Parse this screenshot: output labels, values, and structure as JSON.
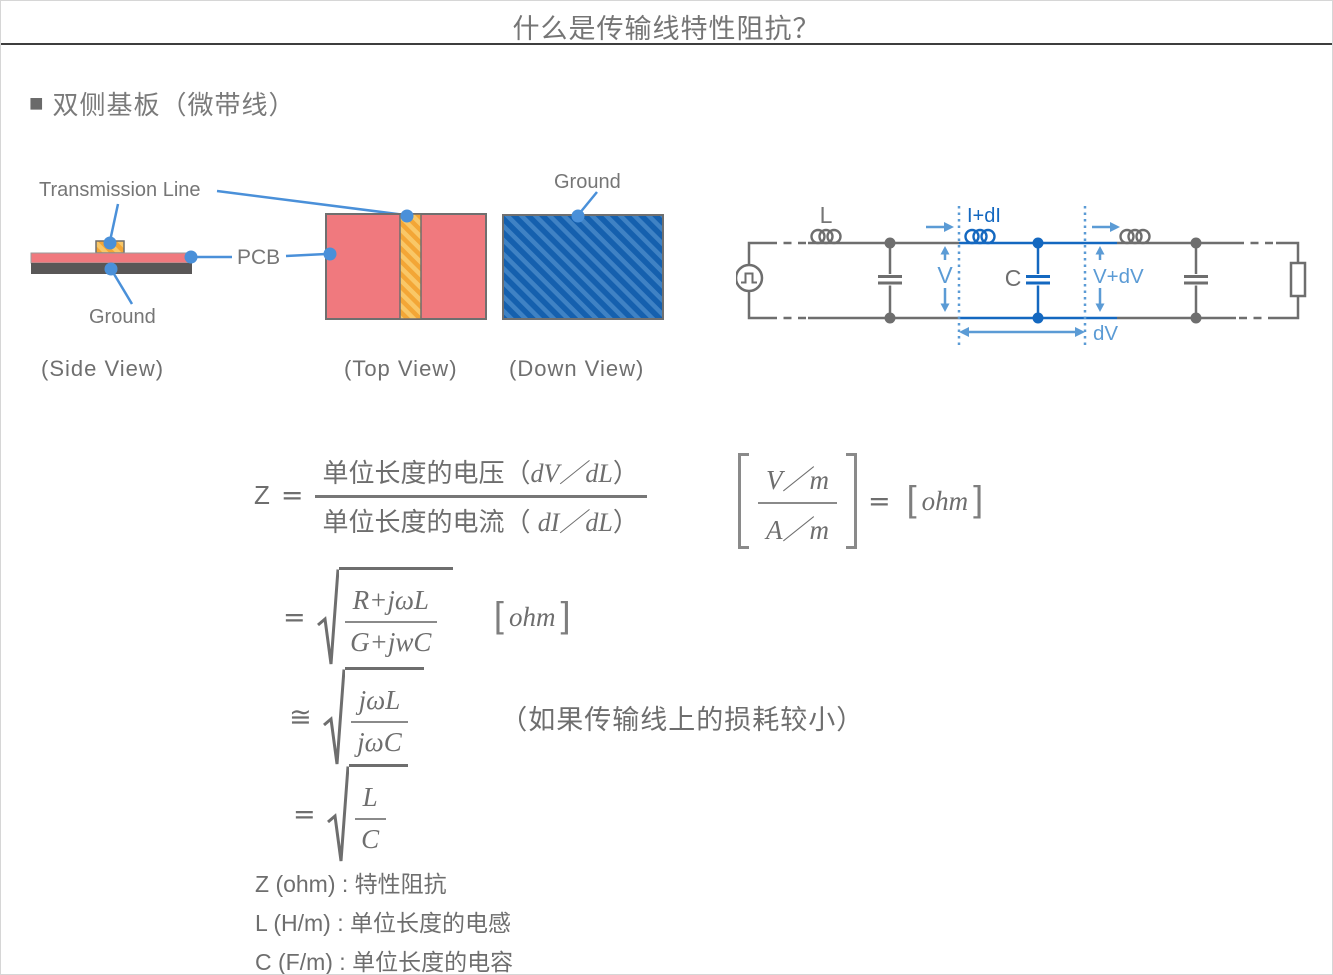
{
  "header": {
    "title": "什么是传输线特性阻抗？"
  },
  "section": {
    "bullet": "■",
    "heading": "双侧基板（微带线）"
  },
  "pcb_diagram": {
    "labels": {
      "transmission_line": "Transmission Line",
      "pcb": "PCB",
      "ground_side": "Ground",
      "ground_down": "Ground"
    },
    "captions": {
      "side": "(Side View)",
      "top": "(Top View)",
      "down": "(Down View)"
    },
    "colors": {
      "substrate_pink": "#f0797e",
      "trace_orange": "#f3a636",
      "trace_orange_hatch": "#f9c767",
      "ground_dark_gray": "#595757",
      "ground_plane_blue": "#1560ae",
      "ground_plane_hatch": "#3f82c4",
      "leader_blue": "#4a90d9",
      "outline_gray": "#6f6f6f"
    }
  },
  "circuit": {
    "labels": {
      "inductance": "L",
      "capacitance": "C",
      "voltage": "V",
      "current_increment": "I+dI",
      "voltage_increment": "V+dV",
      "delta": "dV"
    },
    "colors": {
      "wire_gray": "#6e6e6e",
      "cell_blue": "#1468c0",
      "annotation_blue": "#5b9bd5"
    }
  },
  "formulas": {
    "line1": {
      "lhs": "Z",
      "eq": "=",
      "num_text": "单位长度的电压（",
      "num_math": "dV／dL",
      "num_close": "）",
      "den_text": "单位长度的电流（ ",
      "den_math": "dI／dL",
      "den_close": "）"
    },
    "units": {
      "num": "V／m",
      "den": "A／m",
      "eq": "=",
      "open": "[",
      "value": "ohm",
      "close": "]"
    },
    "line2": {
      "eq": "=",
      "num": "R+jωL",
      "den": "G+jwC",
      "open": "[",
      "unit": "ohm",
      "close": "]"
    },
    "line3": {
      "eq": "≅",
      "num": "jωL",
      "den": "jωC",
      "note": "（如果传输线上的损耗较小）"
    },
    "line4": {
      "eq": "=",
      "num": "L",
      "den": "C"
    }
  },
  "legend": {
    "separator": " : ",
    "items": [
      {
        "symbol": "Z (ohm)",
        "description": "特性阻抗"
      },
      {
        "symbol": "L (H/m)",
        "description": "单位长度的电感"
      },
      {
        "symbol": "C (F/m)",
        "description": "单位长度的电容"
      }
    ]
  }
}
